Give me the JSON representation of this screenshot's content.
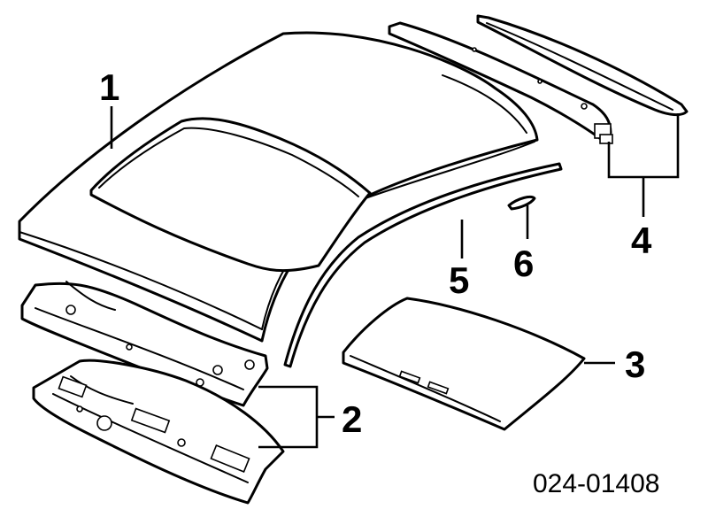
{
  "callouts": {
    "c1": "1",
    "c2": "2",
    "c3": "3",
    "c4": "4",
    "c5": "5",
    "c6": "6"
  },
  "reference_number": "024-01408",
  "colors": {
    "ink": "#000000",
    "paper": "#ffffff"
  }
}
